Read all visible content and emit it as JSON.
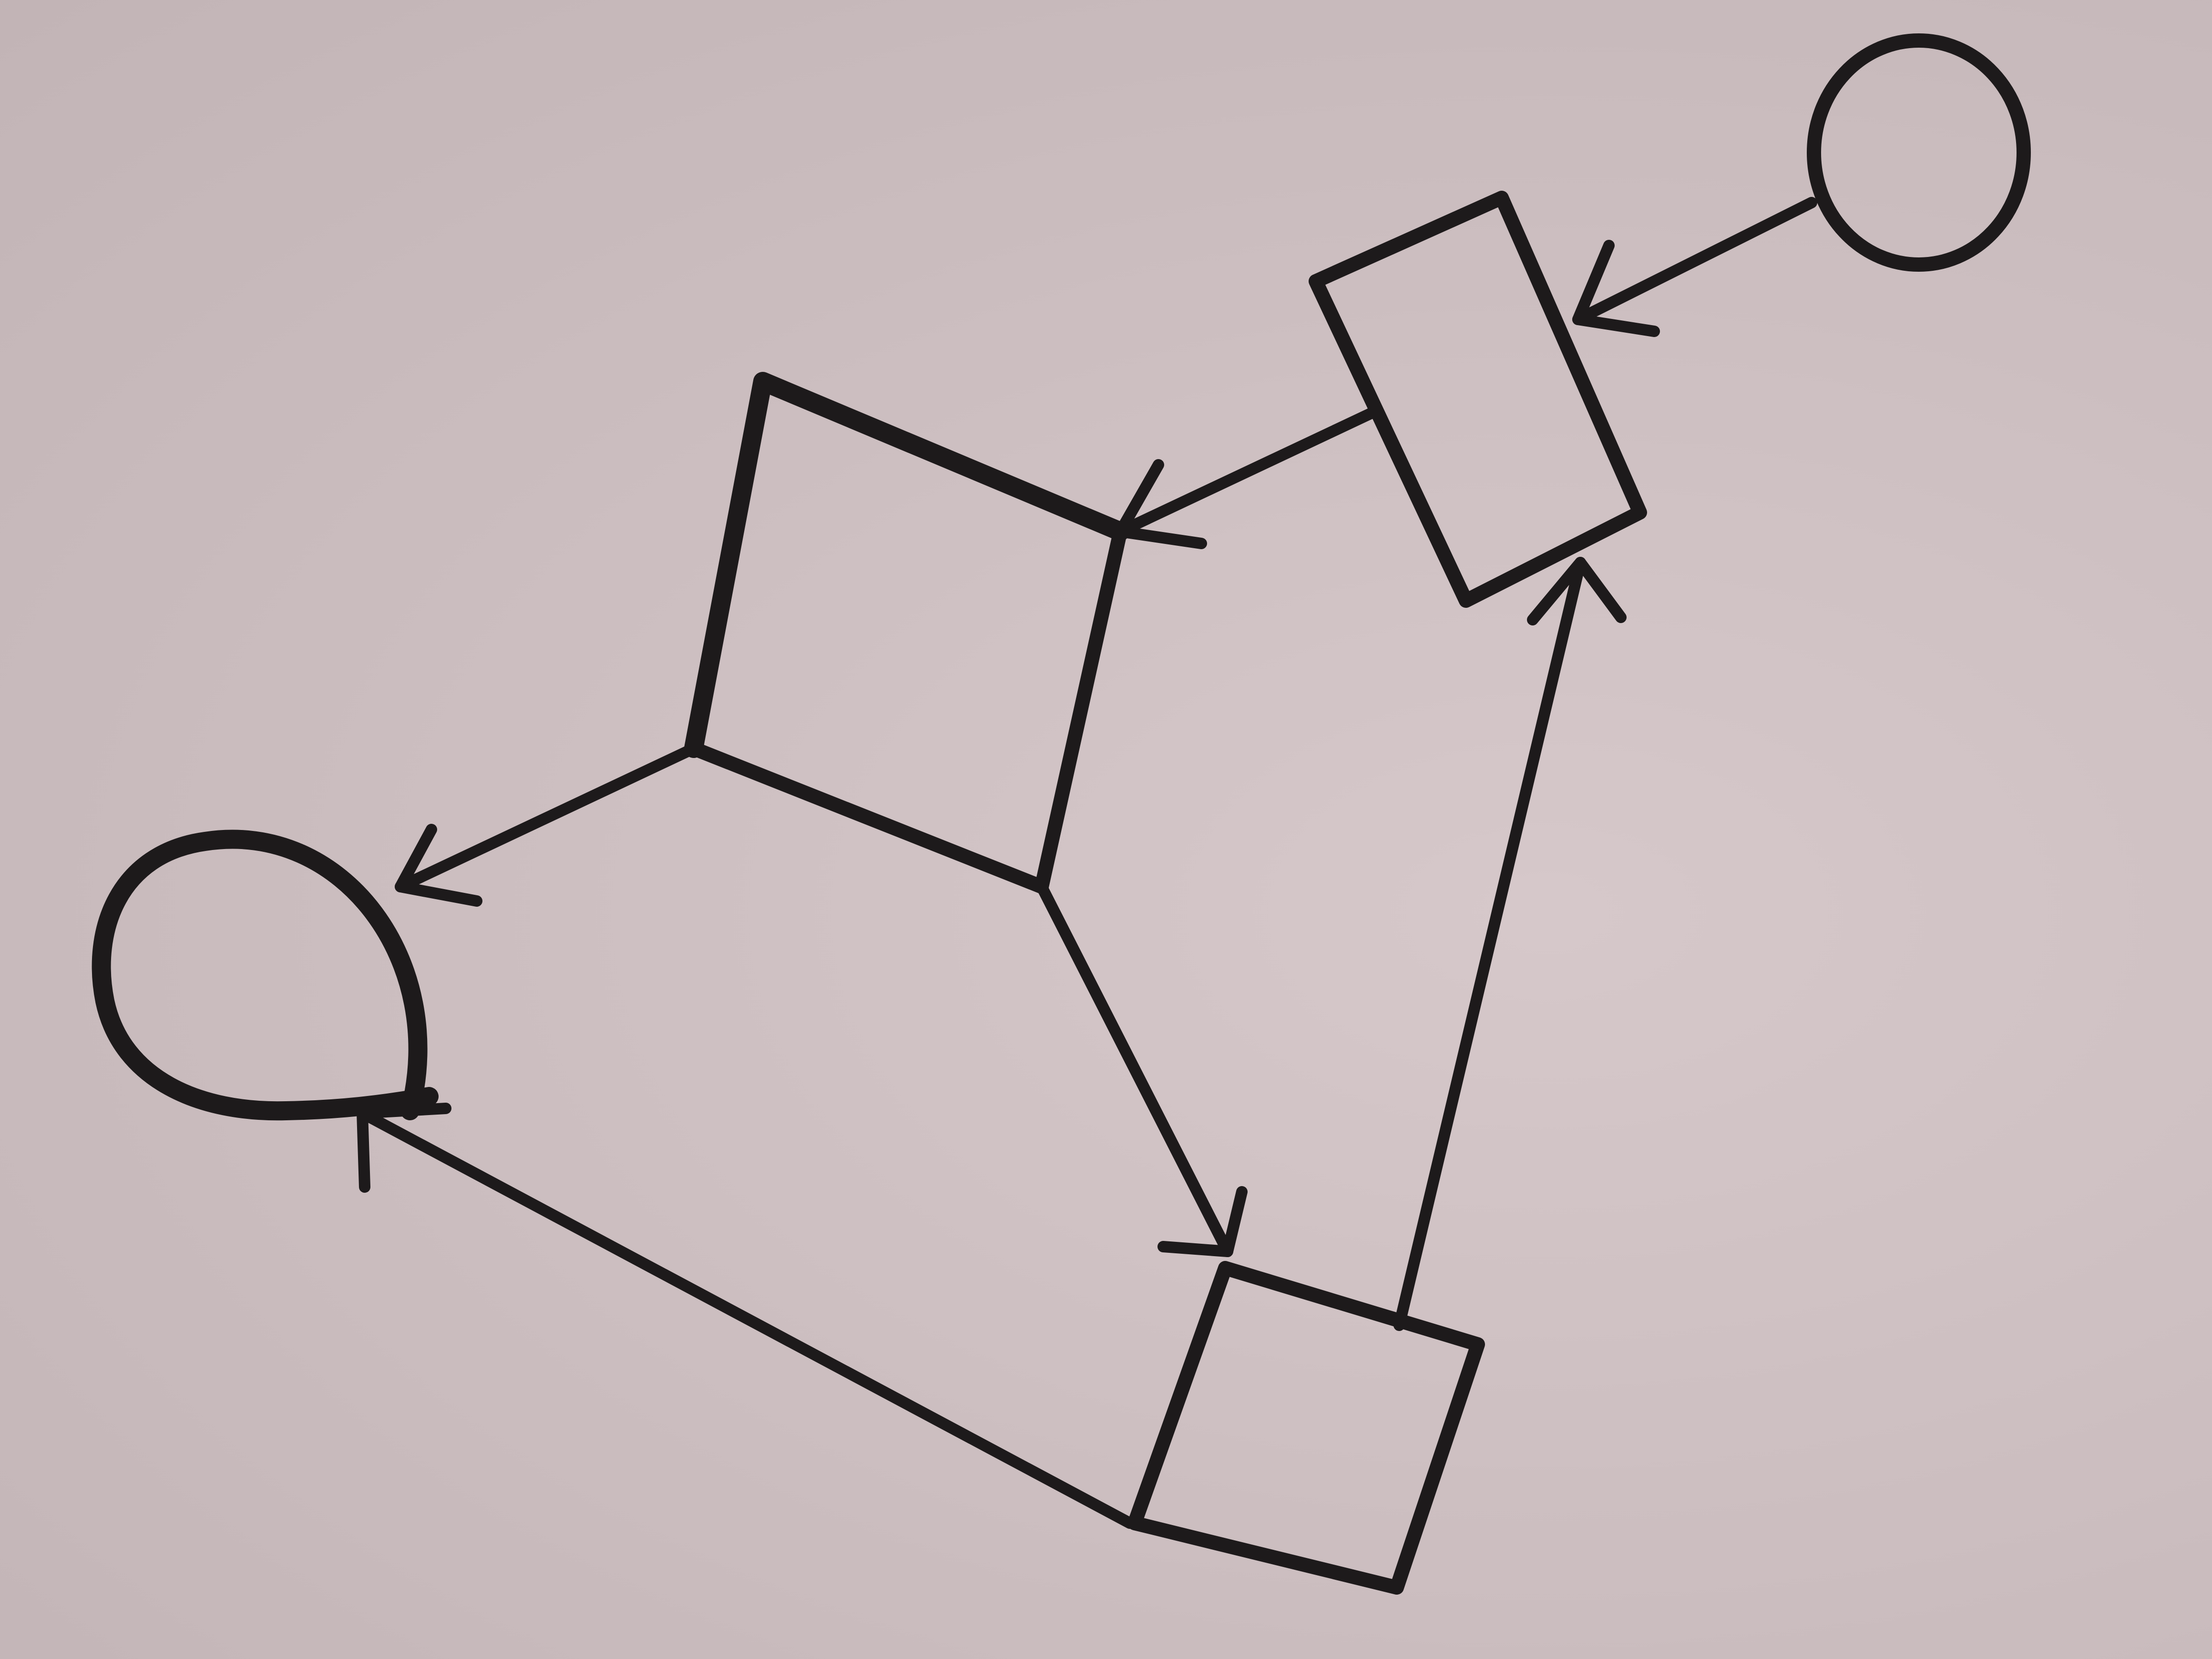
{
  "diagram": {
    "background_color": "#cbbdbf",
    "ink_color": "#1d1a1b",
    "nodes": [
      {
        "id": "start-circle",
        "shape": "circle"
      },
      {
        "id": "top-rectangle",
        "shape": "rectangle"
      },
      {
        "id": "upper-left-square",
        "shape": "square"
      },
      {
        "id": "junction-left",
        "shape": "junction"
      },
      {
        "id": "junction-right",
        "shape": "junction"
      },
      {
        "id": "end-circle",
        "shape": "circle"
      },
      {
        "id": "bottom-square",
        "shape": "square"
      }
    ],
    "edges": [
      {
        "from": "start-circle",
        "to": "top-rectangle",
        "arrow": true
      },
      {
        "from": "top-rectangle",
        "to": "upper-left-square",
        "arrow": true
      },
      {
        "from": "junction-left",
        "to": "end-circle",
        "arrow": true
      },
      {
        "from": "junction-left",
        "to": "junction-right",
        "arrow": false
      },
      {
        "from": "junction-right",
        "to": "bottom-square",
        "arrow": true
      },
      {
        "from": "bottom-square",
        "to": "top-rectangle",
        "arrow": true
      },
      {
        "from": "bottom-square",
        "to": "end-circle",
        "arrow": true
      }
    ]
  }
}
